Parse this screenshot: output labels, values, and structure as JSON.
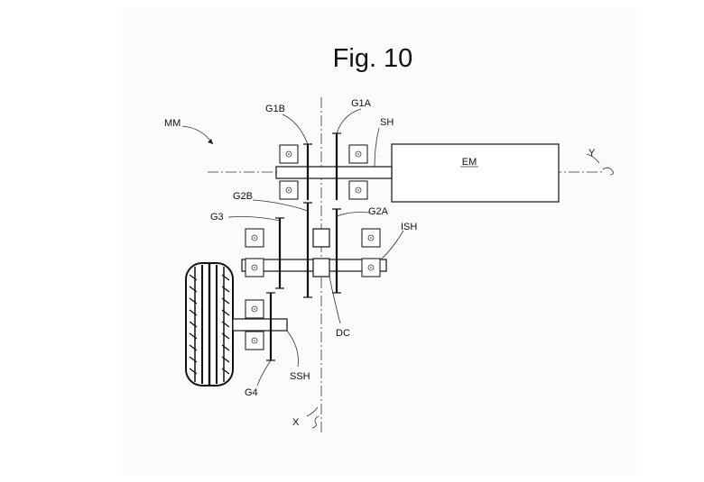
{
  "figure": {
    "title": "Fig. 10",
    "labels": {
      "mm": "MM",
      "g1b": "G1B",
      "g1a": "G1A",
      "sh": "SH",
      "em": "EM",
      "y": "Y",
      "g2b": "G2B",
      "g3": "G3",
      "g2a": "G2A",
      "ish": "ISH",
      "dc": "DC",
      "ssh": "SSH",
      "g4": "G4",
      "x": "X"
    }
  }
}
